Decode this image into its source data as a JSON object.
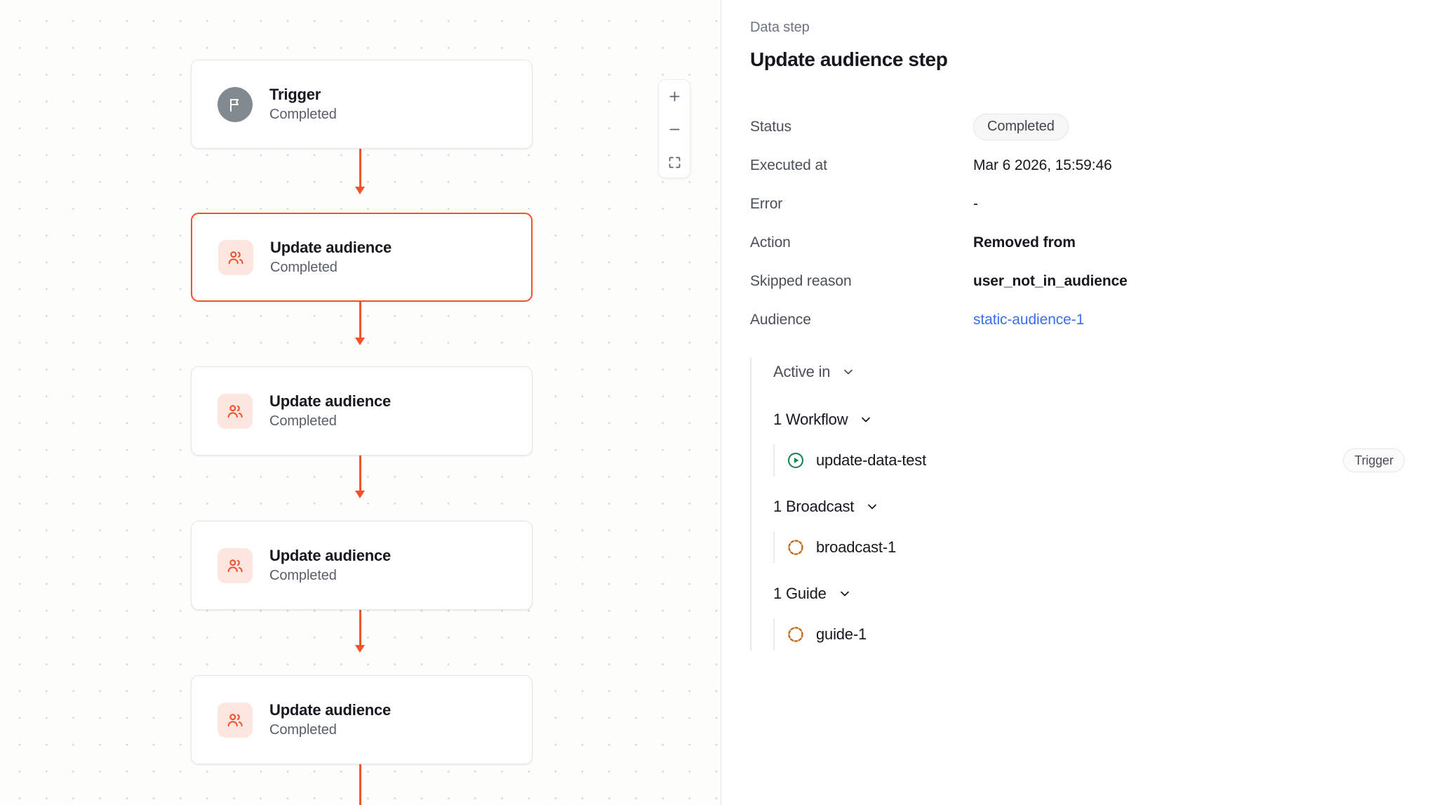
{
  "canvas": {
    "zoom_controls": {
      "zoom_in_label": "+",
      "zoom_out_label": "−",
      "fit_view_label": "fit-view"
    },
    "nodes": [
      {
        "title": "Trigger",
        "status": "Completed",
        "icon": "flag-icon",
        "selected": false
      },
      {
        "title": "Update audience",
        "status": "Completed",
        "icon": "users-icon",
        "selected": true
      },
      {
        "title": "Update audience",
        "status": "Completed",
        "icon": "users-icon",
        "selected": false
      },
      {
        "title": "Update audience",
        "status": "Completed",
        "icon": "users-icon",
        "selected": false
      },
      {
        "title": "Update audience",
        "status": "Completed",
        "icon": "users-icon",
        "selected": false
      }
    ]
  },
  "panel": {
    "eyebrow": "Data step",
    "title": "Update audience step",
    "details": [
      {
        "label": "Status",
        "value": "Completed",
        "kind": "pill"
      },
      {
        "label": "Executed at",
        "value": "Mar 6 2026, 15:59:46",
        "kind": "text"
      },
      {
        "label": "Error",
        "value": "-",
        "kind": "text"
      },
      {
        "label": "Action",
        "value": "Removed from",
        "kind": "strong"
      },
      {
        "label": "Skipped reason",
        "value": "user_not_in_audience",
        "kind": "strong"
      },
      {
        "label": "Audience",
        "value": "static-audience-1",
        "kind": "link"
      }
    ],
    "active_in": {
      "label": "Active in",
      "groups": [
        {
          "label": "1 Workflow",
          "items": [
            {
              "name": "update-data-test",
              "icon": "play-circle-icon",
              "badge": "Trigger"
            }
          ]
        },
        {
          "label": "1 Broadcast",
          "items": [
            {
              "name": "broadcast-1",
              "icon": "dashed-circle-icon",
              "badge": ""
            }
          ]
        },
        {
          "label": "1 Guide",
          "items": [
            {
              "name": "guide-1",
              "icon": "dashed-circle-icon",
              "badge": ""
            }
          ]
        }
      ]
    }
  },
  "colors": {
    "accent_orange": "#f4512c",
    "link_blue": "#3b6ef5",
    "workflow_green": "#12864e",
    "entity_orange": "#c46a18",
    "canvas_bg": "#fdfdfb"
  }
}
